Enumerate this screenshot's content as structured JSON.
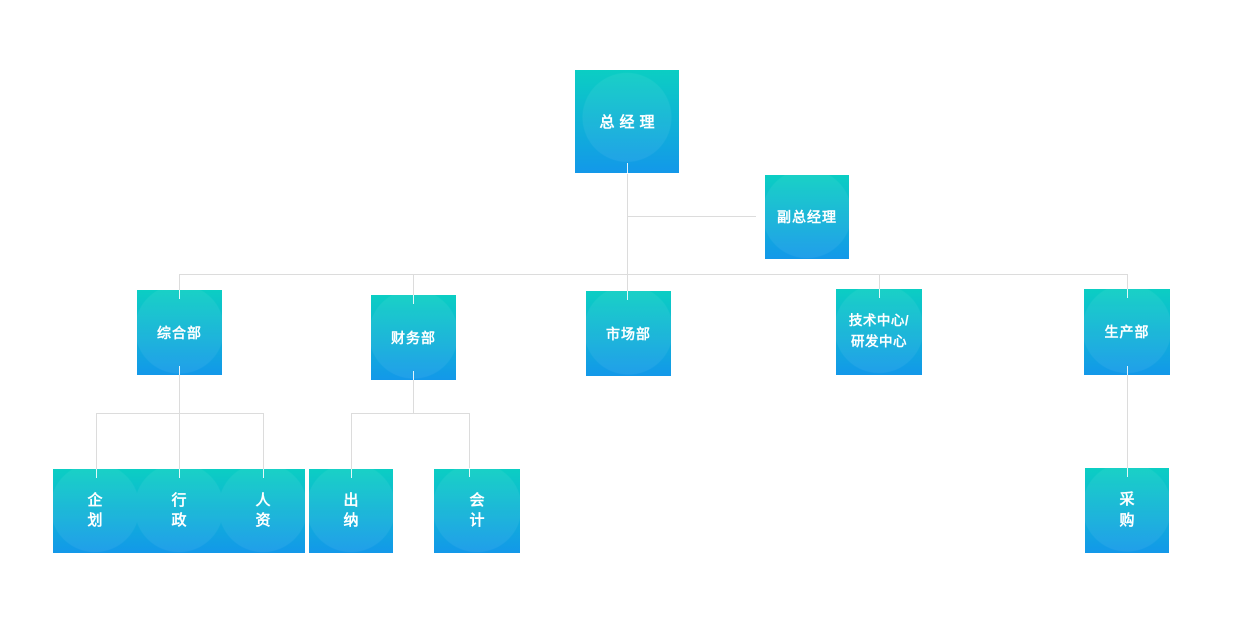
{
  "page": {
    "background": "#ffffff"
  },
  "colors": {
    "node_gradient_top": "#0bcec3",
    "node_gradient_bottom": "#1398e9",
    "connector": "#dcdcdc",
    "node_text": "#ffffff",
    "page_bg": "#ffffff"
  },
  "org_chart": {
    "type": "organization-chart",
    "root": {
      "label": "总经理"
    },
    "deputy": {
      "label": "副总经理",
      "reports_to": "总经理"
    },
    "departments": [
      {
        "label": "综合部",
        "reports_to": "总经理"
      },
      {
        "label": "财务部",
        "reports_to": "总经理"
      },
      {
        "label": "市场部",
        "reports_to": "总经理"
      },
      {
        "label_line1": "技术中心/",
        "label_line2": "研发中心",
        "reports_to": "总经理"
      },
      {
        "label": "生产部",
        "reports_to": "总经理"
      }
    ],
    "teams": [
      {
        "label": "企划",
        "parent": "综合部"
      },
      {
        "label": "行政",
        "parent": "综合部"
      },
      {
        "label": "人资",
        "parent": "综合部"
      },
      {
        "label": "出纳",
        "parent": "财务部"
      },
      {
        "label": "会计",
        "parent": "财务部"
      },
      {
        "label": "采购",
        "parent": "生产部"
      }
    ]
  }
}
